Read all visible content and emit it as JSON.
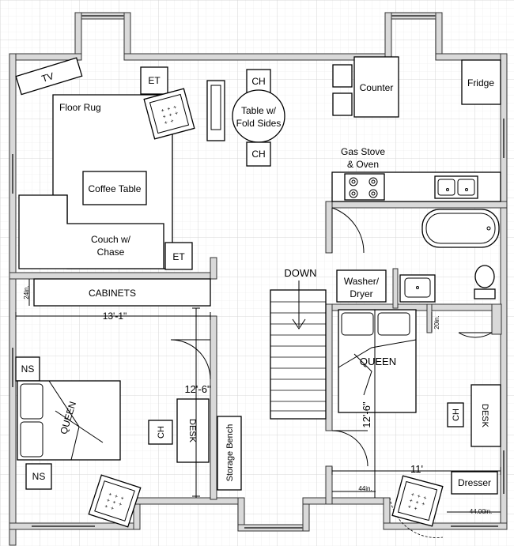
{
  "labels": {
    "tv": "TV",
    "et_top": "ET",
    "et_bottom": "ET",
    "floor_rug": "Floor Rug",
    "coffee_table": "Coffee Table",
    "couch_line1": "Couch w/",
    "couch_line2": "Chase",
    "ch_top": "CH",
    "ch_bottom": "CH",
    "table_line1": "Table w/",
    "table_line2": "Fold Sides",
    "counter": "Counter",
    "fridge": "Fridge",
    "stove_line1": "Gas Stove",
    "stove_line2": "& Oven",
    "cabinets": "CABINETS",
    "down": "DOWN",
    "washer_line1": "Washer/",
    "washer_line2": "Dryer",
    "queen_right": "QUEEN",
    "queen_left": "QUEEN",
    "ns_top": "NS",
    "ns_bottom": "NS",
    "ch_left": "CH",
    "desk_left": "DESK",
    "storage_bench": "Storage Bench",
    "ch_right": "CH",
    "desk_right": "DESK",
    "dresser": "Dresser"
  },
  "dimensions": {
    "cabinet_depth": "24in.",
    "width_13_1": "13'-1\"",
    "height_12_6_left": "12'-6\"",
    "height_12_6_right": "12'-6\"",
    "width_11": "11'",
    "bath_20": "20in.",
    "door_44": "44in.",
    "corner_44": "44.00in."
  },
  "colors": {
    "grid_minor": "#e8e8e8",
    "grid_major": "#cfcfcf",
    "wall_fill": "#d9d9d9",
    "window": "#555555"
  }
}
